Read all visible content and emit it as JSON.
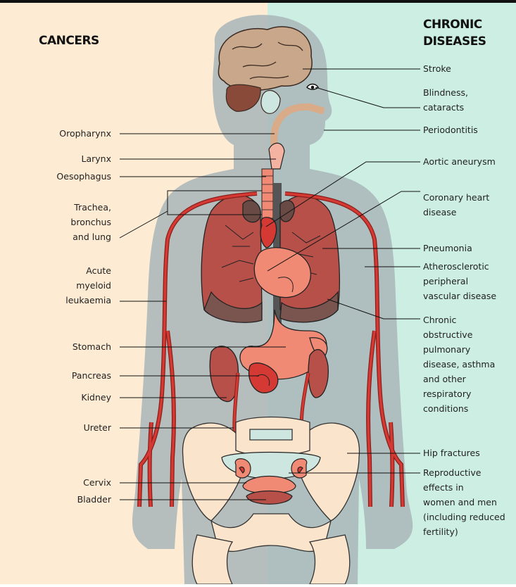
{
  "colors": {
    "cancers_bg": "#fdebd3",
    "chronic_bg": "#cdeee3",
    "body_grey": "#a9b6b8",
    "organ_red": "#d43a33",
    "organ_pink": "#f08a74",
    "lung_red": "#b8504a",
    "bone": "#fbe4cc",
    "brain": "#c9a78b"
  },
  "headings": {
    "cancers": "CANCERS",
    "chronic_line1": "CHRONIC",
    "chronic_line2": "DISEASES"
  },
  "cancers": [
    [
      "Oropharynx"
    ],
    [
      "Larynx"
    ],
    [
      "Oesophagus"
    ],
    [
      "Trachea,",
      "bronchus",
      "and lung"
    ],
    [
      "Acute",
      "myeloid",
      "leukaemia"
    ],
    [
      "Stomach"
    ],
    [
      "Pancreas"
    ],
    [
      "Kidney"
    ],
    [
      "Ureter"
    ],
    [
      "Cervix"
    ],
    [
      "Bladder"
    ]
  ],
  "chronic_diseases": [
    [
      "Stroke"
    ],
    [
      "Blindness,",
      "cataracts"
    ],
    [
      "Periodontitis"
    ],
    [
      "Aortic aneurysm"
    ],
    [
      "Coronary heart",
      "disease"
    ],
    [
      "Pneumonia"
    ],
    [
      "Atherosclerotic",
      "peripheral",
      "vascular disease"
    ],
    [
      "Chronic",
      "obstructive",
      "pulmonary",
      "disease, asthma",
      "and other",
      "respiratory",
      "conditions"
    ],
    [
      "Hip fractures"
    ],
    [
      "Reproductive",
      "effects in",
      "women and men",
      "(including reduced",
      "fertility)"
    ]
  ]
}
